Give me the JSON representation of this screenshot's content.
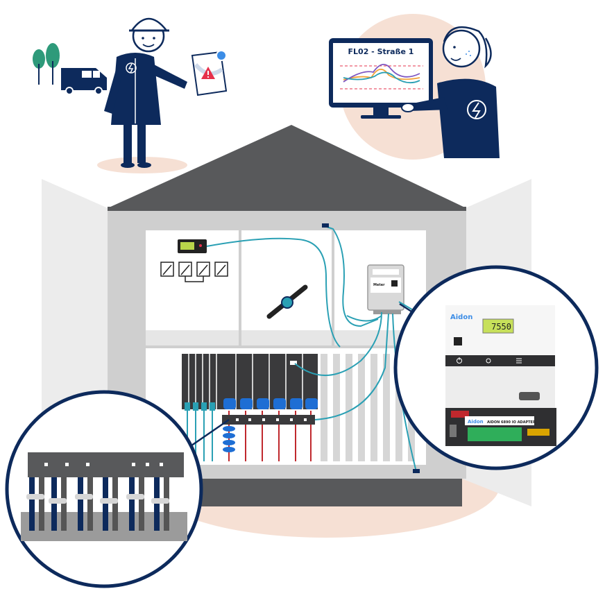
{
  "monitor": {
    "title": "FL02 - Straße 1"
  },
  "meter_small": {
    "label": "Meter"
  },
  "device": {
    "brand": "Aidon",
    "display_value": "7550",
    "adapter_brand": "Aidon",
    "adapter_label": "AIDON 6890 IO ADAPTER"
  },
  "colors": {
    "navy": "#0d2a5c",
    "cable": "#2aa0b4",
    "alert": "#e6304b",
    "blush": "#f6e0d4",
    "wall": "#cfcfcf",
    "panel": "#ececec",
    "roof": "#58595b"
  },
  "icons": [
    "warning-icon",
    "lightning-bolt-icon",
    "qr-code-icon",
    "power-icon",
    "menu-icon",
    "tree-icon",
    "van-icon"
  ]
}
